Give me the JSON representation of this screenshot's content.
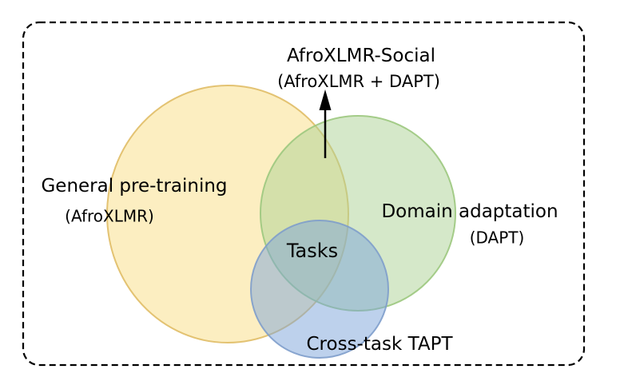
{
  "figure": {
    "type": "venn-diagram",
    "arrow_target": {
      "line1": "AfroXLMR-Social",
      "line2": "(AfroXLMR + DAPT)"
    },
    "sets": {
      "general_pretraining": {
        "label": "General pre-training",
        "sublabel": "(AfroXLMR)",
        "fill": "#F9DD83",
        "stroke": "#E0BC66"
      },
      "domain_adaptation": {
        "label": "Domain adaptation",
        "sublabel": "(DAPT)",
        "fill": "#ABD193",
        "stroke": "#9CC87E"
      },
      "cross_task_tapt": {
        "label": "Cross-task TAPT",
        "fill": "#7BA3D9",
        "stroke": "#7E9DCB"
      }
    },
    "intersection_label": "Tasks",
    "border_color": "#000000",
    "arrow_color": "#000000",
    "text_color": "#000000"
  }
}
